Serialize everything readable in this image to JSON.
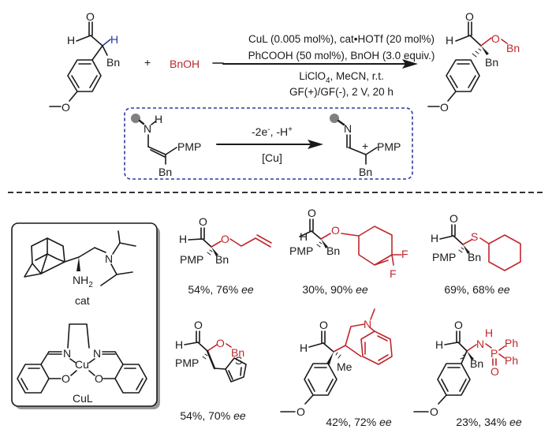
{
  "colors": {
    "ink": "#1a1a1a",
    "highlight_red": "#c0272d",
    "highlight_blue": "#2b3a9e",
    "dot_gray": "#808080",
    "box_shadow": "#9a9a9a"
  },
  "reaction": {
    "substrate": {
      "labels": {
        "O": "O",
        "H_ald": "H",
        "H_alpha": "H",
        "Bn": "Bn",
        "OMe_O": "O"
      }
    },
    "plus": "+",
    "reagent": "BnOH",
    "conditions": {
      "above_line1": "CuL (0.005 mol%), cat•HOTf (20 mol%)",
      "above_line2": "PhCOOH (50 mol%), BnOH (3.0 equiv.)",
      "below_line1_prefix": "LiClO",
      "below_line1_sub": "4",
      "below_line1_suffix": ", MeCN, r.t.",
      "below_line2": "GF(+)/GF(-), 2 V, 20 h"
    },
    "product": {
      "labels": {
        "O": "O",
        "H": "H",
        "O_ether": "O",
        "Bn_ether": "Bn",
        "Bn": "Bn",
        "OMe_O": "O"
      }
    }
  },
  "mechanism_box": {
    "left": {
      "N": "N",
      "H": "H",
      "PMP": "PMP",
      "Bn": "Bn"
    },
    "arrow_top_prefix": "-2e",
    "arrow_top_sup1": "-",
    "arrow_top_mid": ", -H",
    "arrow_top_sup2": "+",
    "arrow_bottom": "[Cu]",
    "right": {
      "N": "N",
      "PMP": "PMP",
      "Bn": "Bn",
      "charge": "+"
    }
  },
  "catalyst_box": {
    "cat": {
      "NH2": "NH",
      "NH2_sub": "2",
      "N": "N",
      "label": "cat"
    },
    "cul": {
      "N1": "N",
      "N2": "N",
      "Cu": "Cu",
      "O1": "O",
      "O2": "O",
      "label": "CuL"
    }
  },
  "products": [
    {
      "id": "allyl-ether",
      "labels": {
        "O": "O",
        "H": "H",
        "PMP": "PMP",
        "Bn": "Bn",
        "O_sub": "O"
      },
      "yield": "54%, 76%",
      "ee": "ee"
    },
    {
      "id": "difluorocyclohexyl-ether",
      "labels": {
        "O": "O",
        "H": "H",
        "PMP": "PMP",
        "Bn": "Bn",
        "O_sub": "O",
        "F1": "F",
        "F2": "F"
      },
      "yield": "30%, 90%",
      "ee": "ee"
    },
    {
      "id": "cyclohexyl-thioether",
      "labels": {
        "O": "O",
        "H": "H",
        "PMP": "PMP",
        "Bn": "Bn",
        "S": "S"
      },
      "yield": "69%, 68%",
      "ee": "ee"
    },
    {
      "id": "thienyl-benzyl-ether",
      "labels": {
        "O": "O",
        "H": "H",
        "PMP": "PMP",
        "O_sub": "O",
        "Bn_sub": "Bn",
        "S": "S"
      },
      "yield": "54%, 70%",
      "ee": "ee"
    },
    {
      "id": "indoline-adduct",
      "labels": {
        "O": "O",
        "H": "H",
        "Me": "Me",
        "N": "N",
        "OMe_O": "O"
      },
      "yield": "42%, 72%",
      "ee": "ee"
    },
    {
      "id": "phosphinamide",
      "labels": {
        "O": "O",
        "H": "H",
        "Bn": "Bn",
        "NH_H": "H",
        "N": "N",
        "P": "P",
        "Ph1": "Ph",
        "Ph2": "Ph",
        "PO": "O",
        "OMe_O": "O"
      },
      "yield": "23%, 34%",
      "ee": "ee"
    }
  ]
}
